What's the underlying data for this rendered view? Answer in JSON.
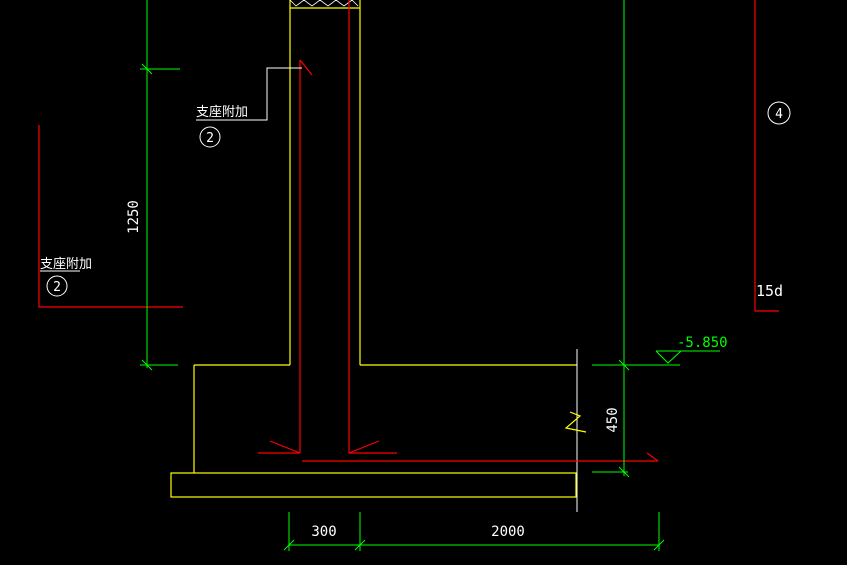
{
  "drawing": {
    "colors": {
      "background": "#000000",
      "concrete": "#ffff00",
      "rebar": "#ff0000",
      "dimension": "#00ff00",
      "text": "#ffffff"
    },
    "labels": {
      "support_additional_1": "支座附加",
      "support_additional_2": "支座附加",
      "bar_mark_2a": "2",
      "bar_mark_2b": "2",
      "bar_mark_4": "4",
      "anchorage": "15d"
    },
    "dimensions": {
      "height_1250": "1250",
      "thickness_450": "450",
      "width_300": "300",
      "width_2000": "2000"
    },
    "elevation": "-5.850"
  }
}
